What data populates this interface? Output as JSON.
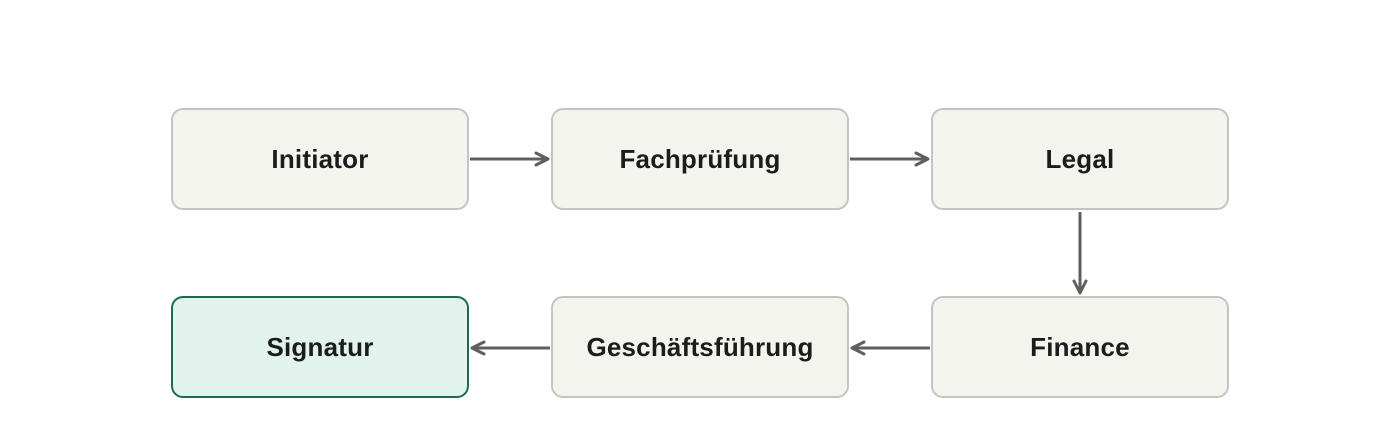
{
  "diagram": {
    "nodes": [
      {
        "id": "initiator",
        "label": "Initiator"
      },
      {
        "id": "fachpruefung",
        "label": "Fachprüfung"
      },
      {
        "id": "legal",
        "label": "Legal"
      },
      {
        "id": "finance",
        "label": "Finance"
      },
      {
        "id": "geschaeftsfuehrung",
        "label": "Geschäftsführung"
      },
      {
        "id": "signatur",
        "label": "Signatur",
        "highlighted": true
      }
    ],
    "edges": [
      {
        "from": "initiator",
        "to": "fachpruefung"
      },
      {
        "from": "fachpruefung",
        "to": "legal"
      },
      {
        "from": "legal",
        "to": "finance"
      },
      {
        "from": "finance",
        "to": "geschaeftsfuehrung"
      },
      {
        "from": "geschaeftsfuehrung",
        "to": "signatur"
      }
    ],
    "colors": {
      "node_fill": "#f4f4ee",
      "node_border": "#c4c4c0",
      "final_fill": "#e1f3ec",
      "final_border": "#1e6b4c",
      "arrow": "#5f5f5f",
      "text": "#1c1c1c"
    }
  }
}
